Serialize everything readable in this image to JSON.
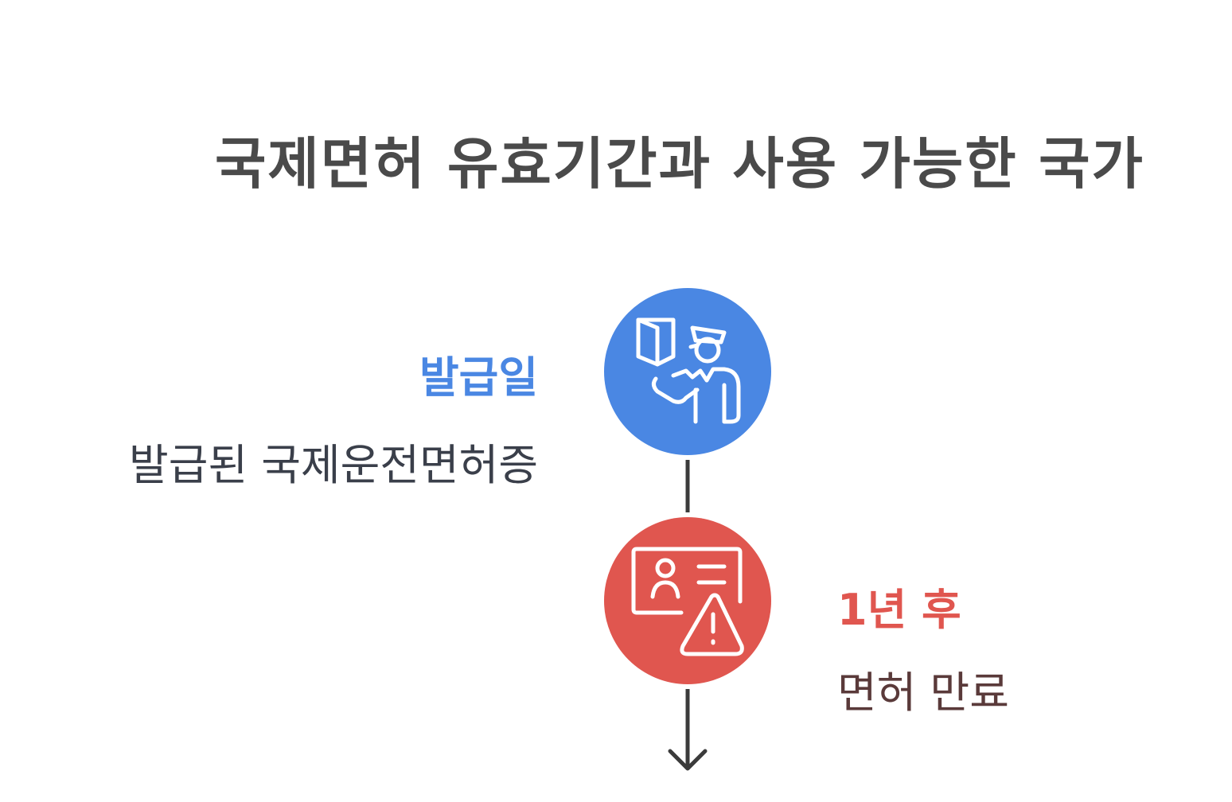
{
  "title": "국제면허 유효기간과 사용 가능한 국가",
  "steps": [
    {
      "heading": "발급일",
      "description": "발급된 국제운전면허증",
      "color": "#4a87e3",
      "icon": "license-issuance-icon"
    },
    {
      "heading": "1년 후",
      "description": "면허 만료",
      "color": "#e0564f",
      "icon": "license-expired-warning-icon"
    }
  ],
  "colors": {
    "title": "#4a4a4a",
    "connector": "#3b3b3b",
    "step1_text": "#4a87e3",
    "step1_desc": "#3a3f4a",
    "step2_text": "#e0564f",
    "step2_desc": "#5a3a3a"
  }
}
